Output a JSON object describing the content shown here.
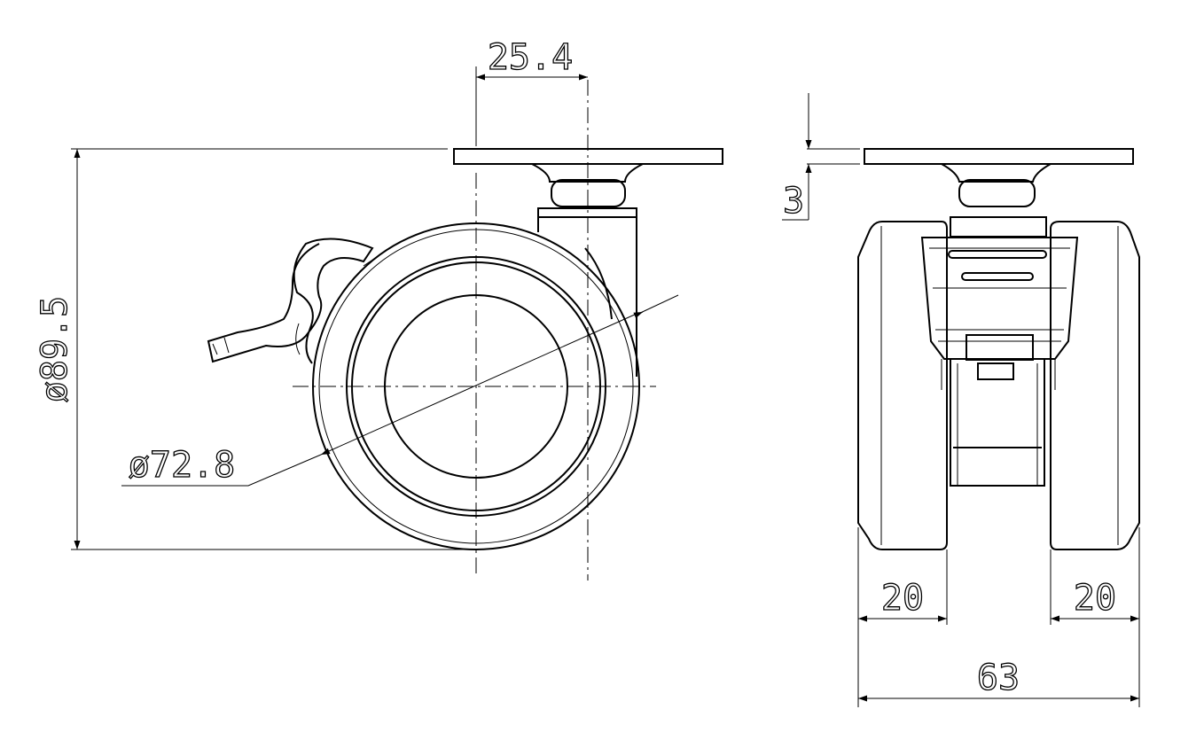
{
  "drawing": {
    "side_view": {
      "offset_dim": "25.4",
      "height_dim": "ø89.5",
      "wheel_diameter_dim": "ø72.8"
    },
    "front_view": {
      "plate_thickness_dim": "3",
      "left_wheel_width_dim": "20",
      "right_wheel_width_dim": "20",
      "overall_width_dim": "63"
    },
    "line_color": "#000000",
    "background_color": "#ffffff"
  }
}
